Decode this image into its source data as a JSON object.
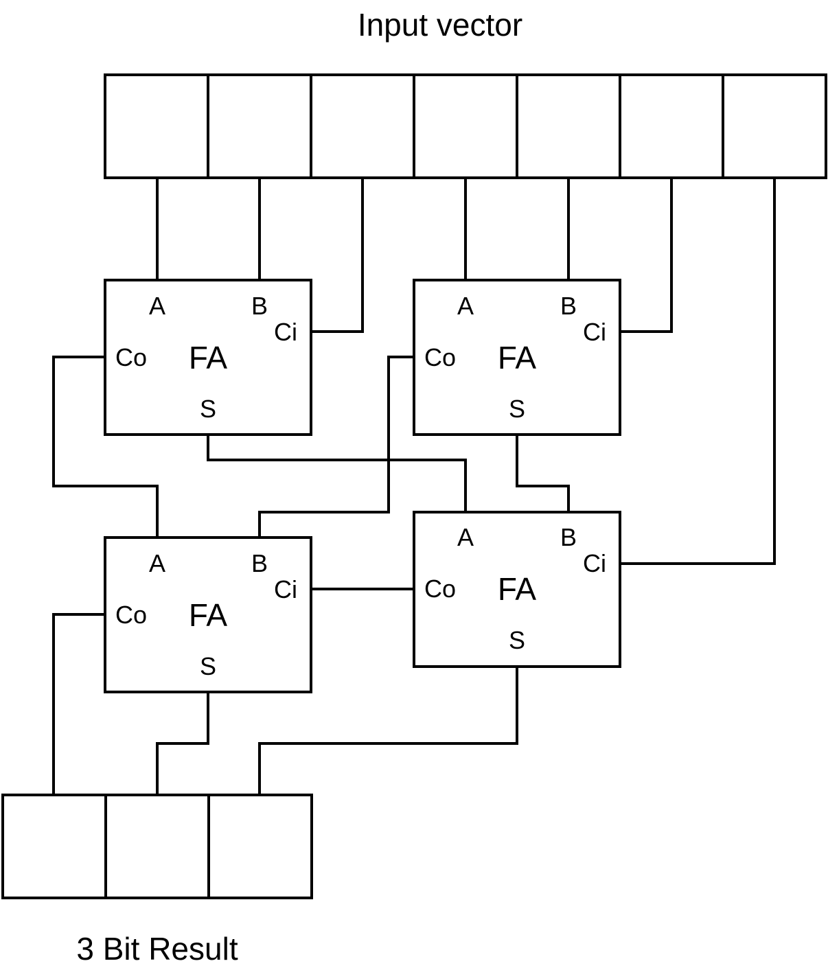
{
  "labels": {
    "input_title": "Input vector",
    "result_title": "3 Bit Result"
  },
  "full_adder": {
    "name": "FA",
    "ports": {
      "a": "A",
      "b": "B",
      "ci": "Ci",
      "co": "Co",
      "s": "S"
    }
  },
  "input_vector": {
    "cells": 7
  },
  "result_vector": {
    "cells": 3
  },
  "adders": [
    "fa-top-left",
    "fa-top-right",
    "fa-mid-right",
    "fa-bottom-left"
  ],
  "colors": {
    "line": "#000000",
    "background": "#ffffff"
  }
}
